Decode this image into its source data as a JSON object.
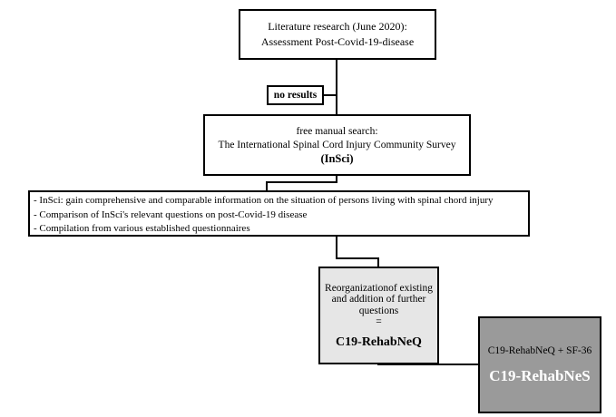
{
  "literature_box": {
    "line1": "Literature research (June 2020):",
    "line2": "Assessment Post-Covid-19-disease"
  },
  "no_results_box": {
    "label": "no results"
  },
  "manual_search_box": {
    "line1": "free manual search:",
    "line2": "The International Spinal Cord Injury Community Survey",
    "line3": "(InSci)"
  },
  "insci_list_box": {
    "items": [
      "- InSci: gain comprehensive and comparable information on the situation of persons living with spinal chord injury",
      "- Comparison of InSci's relevant questions on post-Covid-19 disease",
      "- Compilation from various established questionnaires"
    ]
  },
  "reorganization_box": {
    "line1": "Reorganizationof existing",
    "line2": "and addition of further",
    "line3": "questions",
    "equals": "=",
    "result": "C19-RehabNeQ"
  },
  "rehabnes_box": {
    "formula": "C19-RehabNeQ + SF-36",
    "result": "C19-RehabNeS"
  },
  "colors": {
    "border": "#000000",
    "reorganization_fill": "#e6e6e6",
    "rehabnes_fill": "#9a9a9a",
    "rehabnes_title": "#ffffff"
  }
}
